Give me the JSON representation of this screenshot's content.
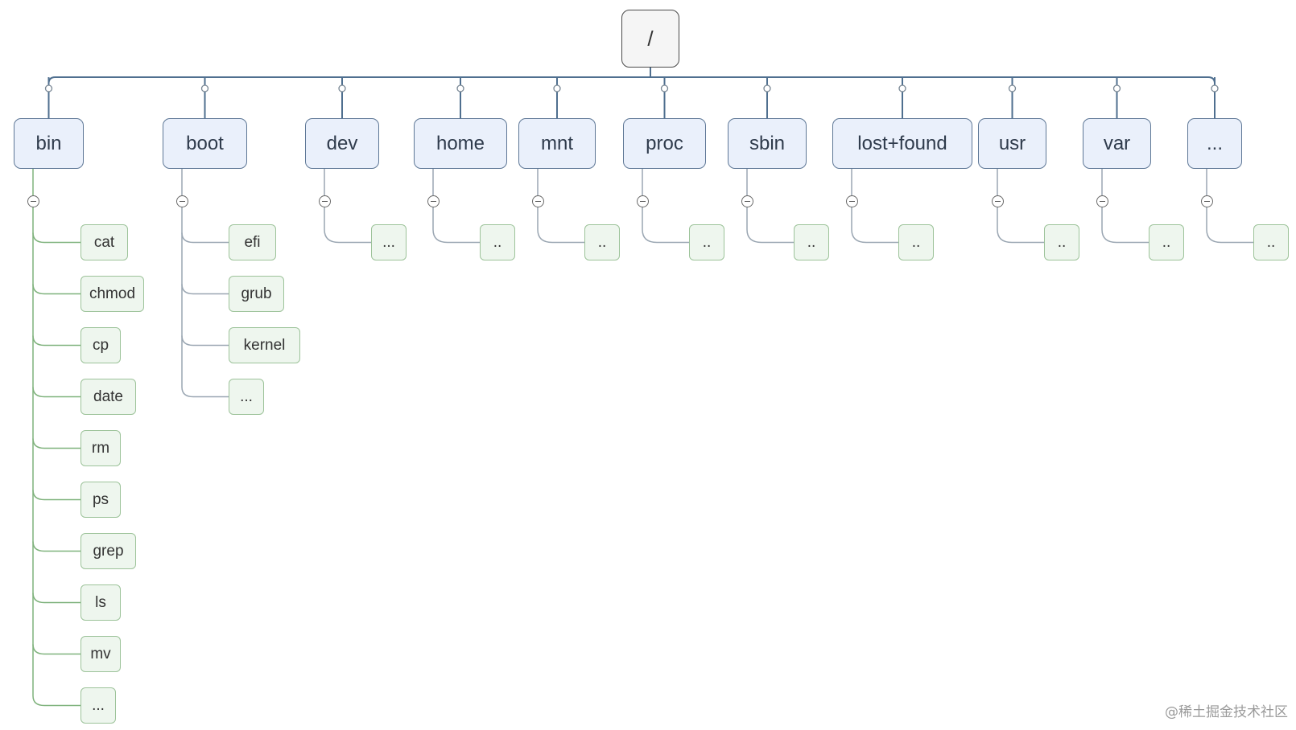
{
  "tree": {
    "root": "/",
    "directories": [
      {
        "name": "bin",
        "children": [
          "cat",
          "chmod",
          "cp",
          "date",
          "rm",
          "ps",
          "grep",
          "ls",
          "mv",
          "..."
        ]
      },
      {
        "name": "boot",
        "children": [
          "efi",
          "grub",
          "kernel",
          "..."
        ]
      },
      {
        "name": "dev",
        "children": [
          "..."
        ]
      },
      {
        "name": "home",
        "children": [
          ".."
        ]
      },
      {
        "name": "mnt",
        "children": [
          ".."
        ]
      },
      {
        "name": "proc",
        "children": [
          ".."
        ]
      },
      {
        "name": "sbin",
        "children": [
          ".."
        ]
      },
      {
        "name": "lost+found",
        "children": [
          ".."
        ]
      },
      {
        "name": "usr",
        "children": [
          ".."
        ]
      },
      {
        "name": "var",
        "children": [
          ".."
        ]
      },
      {
        "name": "...",
        "children": [
          ".."
        ]
      }
    ]
  },
  "colors": {
    "root_border": "#4a4a4a",
    "directory_fill": "#eaf0fb",
    "directory_border": "#5e7796",
    "leaf_fill": "#eef6ee",
    "leaf_border": "#9dc39a",
    "trunk_line": "#4f6f8f",
    "branch_line": "#9aa6b2"
  },
  "watermark": "@稀土掘金技术社区"
}
